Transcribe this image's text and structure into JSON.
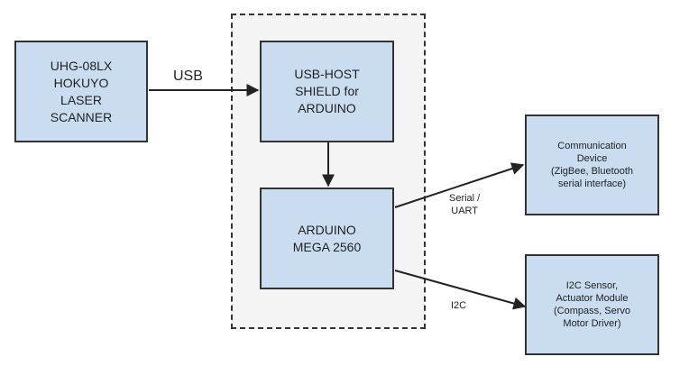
{
  "diagram": {
    "scanner": "UHG-08LX\nHOKUYO\nLASER\nSCANNER",
    "usb_shield": "USB-HOST\nSHIELD for\nARDUINO",
    "arduino": "ARDUINO\nMEGA 2560",
    "comm_device": "Communication\nDevice\n(ZigBee, Bluetooth\nserial interface)",
    "i2c_module": "I2C Sensor,\nActuator Module\n(Compass, Servo\nMotor Driver)",
    "edge_usb": "USB",
    "edge_serial": "Serial /\nUART",
    "edge_i2c": "I2C"
  },
  "colors": {
    "block_fill": "#c9dcf0",
    "group_fill": "#f4f4f4",
    "stroke": "#333333"
  }
}
